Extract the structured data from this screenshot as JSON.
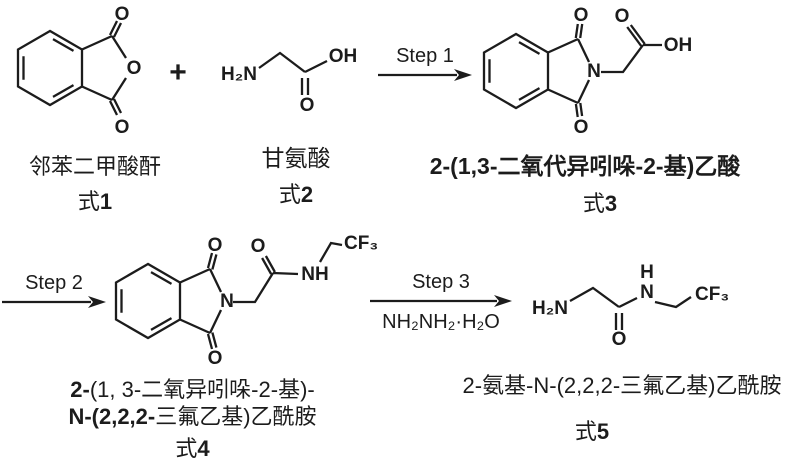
{
  "background": "#ffffff",
  "ink": "#1c1c1c",
  "plus": "+",
  "steps": {
    "step1": {
      "label": "Step 1"
    },
    "step2": {
      "label": "Step 2"
    },
    "step3": {
      "label": "Step 3",
      "reagent": "NH₂NH₂·H₂O"
    }
  },
  "compounds": {
    "c1": {
      "name": "邻苯二甲酸酐",
      "formula_prefix": "式",
      "formula_num": "1",
      "atoms": {
        "o_top": "O",
        "o_bridge": "O",
        "o_bottom": "O"
      }
    },
    "c2": {
      "name": "甘氨酸",
      "formula_prefix": "式",
      "formula_num": "2",
      "atoms": {
        "h2n": "H₂N",
        "o": "O",
        "oh": "OH"
      }
    },
    "c3": {
      "name": "2-(1,3-二氧代异吲哚-2-基)乙酸",
      "formula_prefix": "式",
      "formula_num": "3",
      "atoms": {
        "o_top": "O",
        "o_bottom": "O",
        "n": "N",
        "o_acid": "O",
        "oh": "OH"
      }
    },
    "c4": {
      "name_line1_prefix": "2-",
      "name_line1": "(1, 3-二氧异吲哚-2-基)-",
      "name_line2_prefix": "N-(2,2,2-",
      "name_line2": "三氟乙基)乙酰胺",
      "formula_prefix": "式",
      "formula_num": "4",
      "atoms": {
        "o_top": "O",
        "o_bottom": "O",
        "n": "N",
        "o_amide": "O",
        "nh": "NH",
        "cf3": "CF₃"
      }
    },
    "c5": {
      "name": "2-氨基-N-(2,2,2-三氟乙基)乙酰胺",
      "formula_prefix": "式",
      "formula_num": "5",
      "atoms": {
        "h2n": "H₂N",
        "o": "O",
        "h": "H",
        "n": "N",
        "cf3": "CF₃"
      }
    }
  }
}
